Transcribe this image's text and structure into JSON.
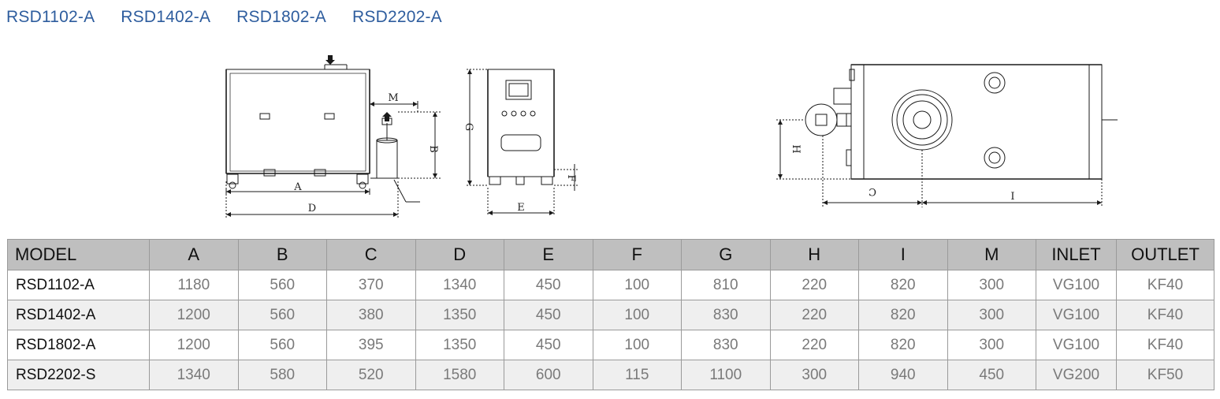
{
  "header": {
    "models": [
      "RSD1102-A",
      "RSD1402-A",
      "RSD1802-A",
      "RSD2202-A"
    ]
  },
  "drawing": {
    "labels": {
      "A": "A",
      "B": "B",
      "C": "C",
      "D": "D",
      "E": "E",
      "F": "F",
      "G": "G",
      "H": "H",
      "I": "I",
      "M": "M"
    }
  },
  "table": {
    "headers": [
      "MODEL",
      "A",
      "B",
      "C",
      "D",
      "E",
      "F",
      "G",
      "H",
      "I",
      "M",
      "INLET",
      "OUTLET"
    ],
    "rows": [
      [
        "RSD1102-A",
        "1180",
        "560",
        "370",
        "1340",
        "450",
        "100",
        "810",
        "220",
        "820",
        "300",
        "VG100",
        "KF40"
      ],
      [
        "RSD1402-A",
        "1200",
        "560",
        "380",
        "1350",
        "450",
        "100",
        "830",
        "220",
        "820",
        "300",
        "VG100",
        "KF40"
      ],
      [
        "RSD1802-A",
        "1200",
        "560",
        "395",
        "1350",
        "450",
        "100",
        "830",
        "220",
        "820",
        "300",
        "VG100",
        "KF40"
      ],
      [
        "RSD2202-S",
        "1340",
        "580",
        "520",
        "1580",
        "600",
        "115",
        "1100",
        "300",
        "940",
        "450",
        "VG200",
        "KF50"
      ]
    ]
  }
}
